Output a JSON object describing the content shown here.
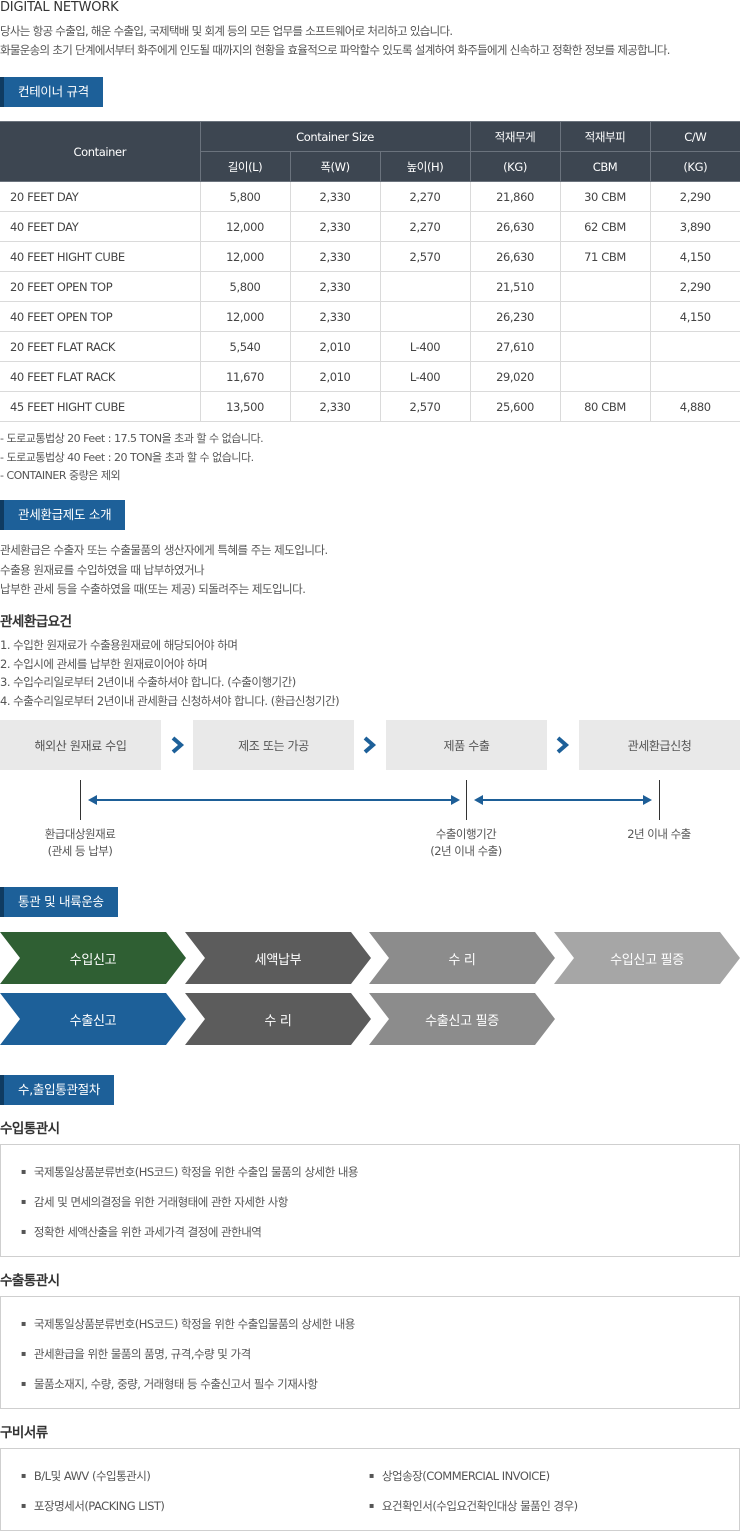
{
  "header": {
    "title": "DIGITAL NETWORK",
    "intro": [
      "당사는 항공 수출입, 해운 수출입, 국제택배 및 회계 등의 모든 업무를 소프트웨어로 처리하고 있습니다.",
      "화물운송의 초기 단계에서부터 화주에게 인도될 때까지의 현황을 효율적으로 파악할수  있도록 설계하여 화주들에게 신속하고 정확한 정보를 제공합니다."
    ]
  },
  "container_section": {
    "label": "컨테이너 규격",
    "headers": {
      "container": "Container",
      "size": "Container Size",
      "length": "길이(L)",
      "width": "폭(W)",
      "height": "높이(H)",
      "weight_top": "적재무게",
      "weight_unit": "(KG)",
      "volume_top": "적재부피",
      "volume_unit": "CBM",
      "cw_top": "C/W",
      "cw_unit": "(KG)"
    },
    "rows": [
      [
        "20 FEET DAY",
        "5,800",
        "2,330",
        "2,270",
        "21,860",
        "30 CBM",
        "2,290"
      ],
      [
        "40 FEET DAY",
        "12,000",
        "2,330",
        "2,270",
        "26,630",
        "62 CBM",
        "3,890"
      ],
      [
        "40 FEET HIGHT CUBE",
        "12,000",
        "2,330",
        "2,570",
        "26,630",
        "71 CBM",
        "4,150"
      ],
      [
        "20 FEET OPEN TOP",
        "5,800",
        "2,330",
        "",
        "21,510",
        "",
        "2,290"
      ],
      [
        "40 FEET OPEN TOP",
        "12,000",
        "2,330",
        "",
        "26,230",
        "",
        "4,150"
      ],
      [
        "20 FEET FLAT RACK",
        "5,540",
        "2,010",
        "L-400",
        "27,610",
        "",
        ""
      ],
      [
        "40 FEET FLAT RACK",
        "11,670",
        "2,010",
        "L-400",
        "29,020",
        "",
        ""
      ],
      [
        "45 FEET HIGHT CUBE",
        "13,500",
        "2,330",
        "2,570",
        "25,600",
        "80 CBM",
        "4,880"
      ]
    ],
    "notes": [
      "- 도로교통법상 20 Feet : 17.5 TON을 초과 할 수 없습니다.",
      "- 도로교통법상 40 Feet : 20 TON을 초과 할 수 없습니다.",
      "- CONTAINER 중량은 제외"
    ]
  },
  "refund_section": {
    "label": "관세환급제도 소개",
    "paragraph": [
      "관세환급은 수출자 또는 수출물품의 생산자에게 특혜를 주는 제도입니다.",
      "수출용 원재료를 수입하였을 때 납부하였거나",
      "납부한 관세 등을 수출하였을 때(또는 제공) 되돌려주는 제도입니다."
    ],
    "requirements_title": "관세환급요건",
    "requirements": [
      "1. 수입한 원재료가 수출용원재료에 해당되어야 하며",
      "2. 수입시에 관세를 납부한 원재료이어야 하며",
      "3. 수입수리일로부터 2년이내 수출하셔야 합니다. (수출이행기간)",
      "4. 수출수리일로부터 2년이내 관세환급 신청하셔야 합니다. (환급신청기간)"
    ],
    "steps": [
      "해외산 원재료 수입",
      "제조 또는 가공",
      "제품 수출",
      "관세환급신청"
    ],
    "timeline": [
      [
        "환급대상원재료",
        "(관세 등 납부)"
      ],
      [
        "수출이행기간",
        "(2년 이내 수출)"
      ],
      [
        "2년 이내 수출",
        ""
      ]
    ]
  },
  "transport_section": {
    "label": "통관 및 내륙운송",
    "import_flow": [
      "수입신고",
      "세액납부",
      "수 리",
      "수입신고 필증"
    ],
    "export_flow": [
      "수출신고",
      "수 리",
      "수출신고 필증"
    ],
    "colors": {
      "import_start": "#2f5f33",
      "export_start": "#1d6099",
      "dark": "#5c5c5c",
      "mid": "#8c8c8c",
      "light": "#a6a6a6"
    }
  },
  "procedure_section": {
    "label": "수,출입통관절차",
    "import_title": "수입통관시",
    "import_items": [
      "국제통일상품분류번호(HS코드) 학정을 위한 수출입 물품의 상세한 내용",
      "감세 및 면세의결정을 위한 거래형태에 관한 자세한 사항",
      "정확한 세액산출을 위한 과세가격 결정에 관한내역"
    ],
    "export_title": "수출통관시",
    "export_items": [
      "국제통일상품분류번호(HS코드) 학정을 위한 수출입물품의 상세한 내용",
      "관세환급을 위한 물품의 품명, 규격,수량 및 가격",
      "물품소재지, 수량, 중량, 거래형태 등 수출신고서 필수 기재사항"
    ],
    "docs_title": "구비서류",
    "docs_items": [
      "B/L및 AWV (수입통관시)",
      "상업송장(COMMERCIAL INVOICE)",
      "포장명세서(PACKING LIST)",
      "요건확인서(수입요건확인대상 물품인 경우)"
    ]
  }
}
